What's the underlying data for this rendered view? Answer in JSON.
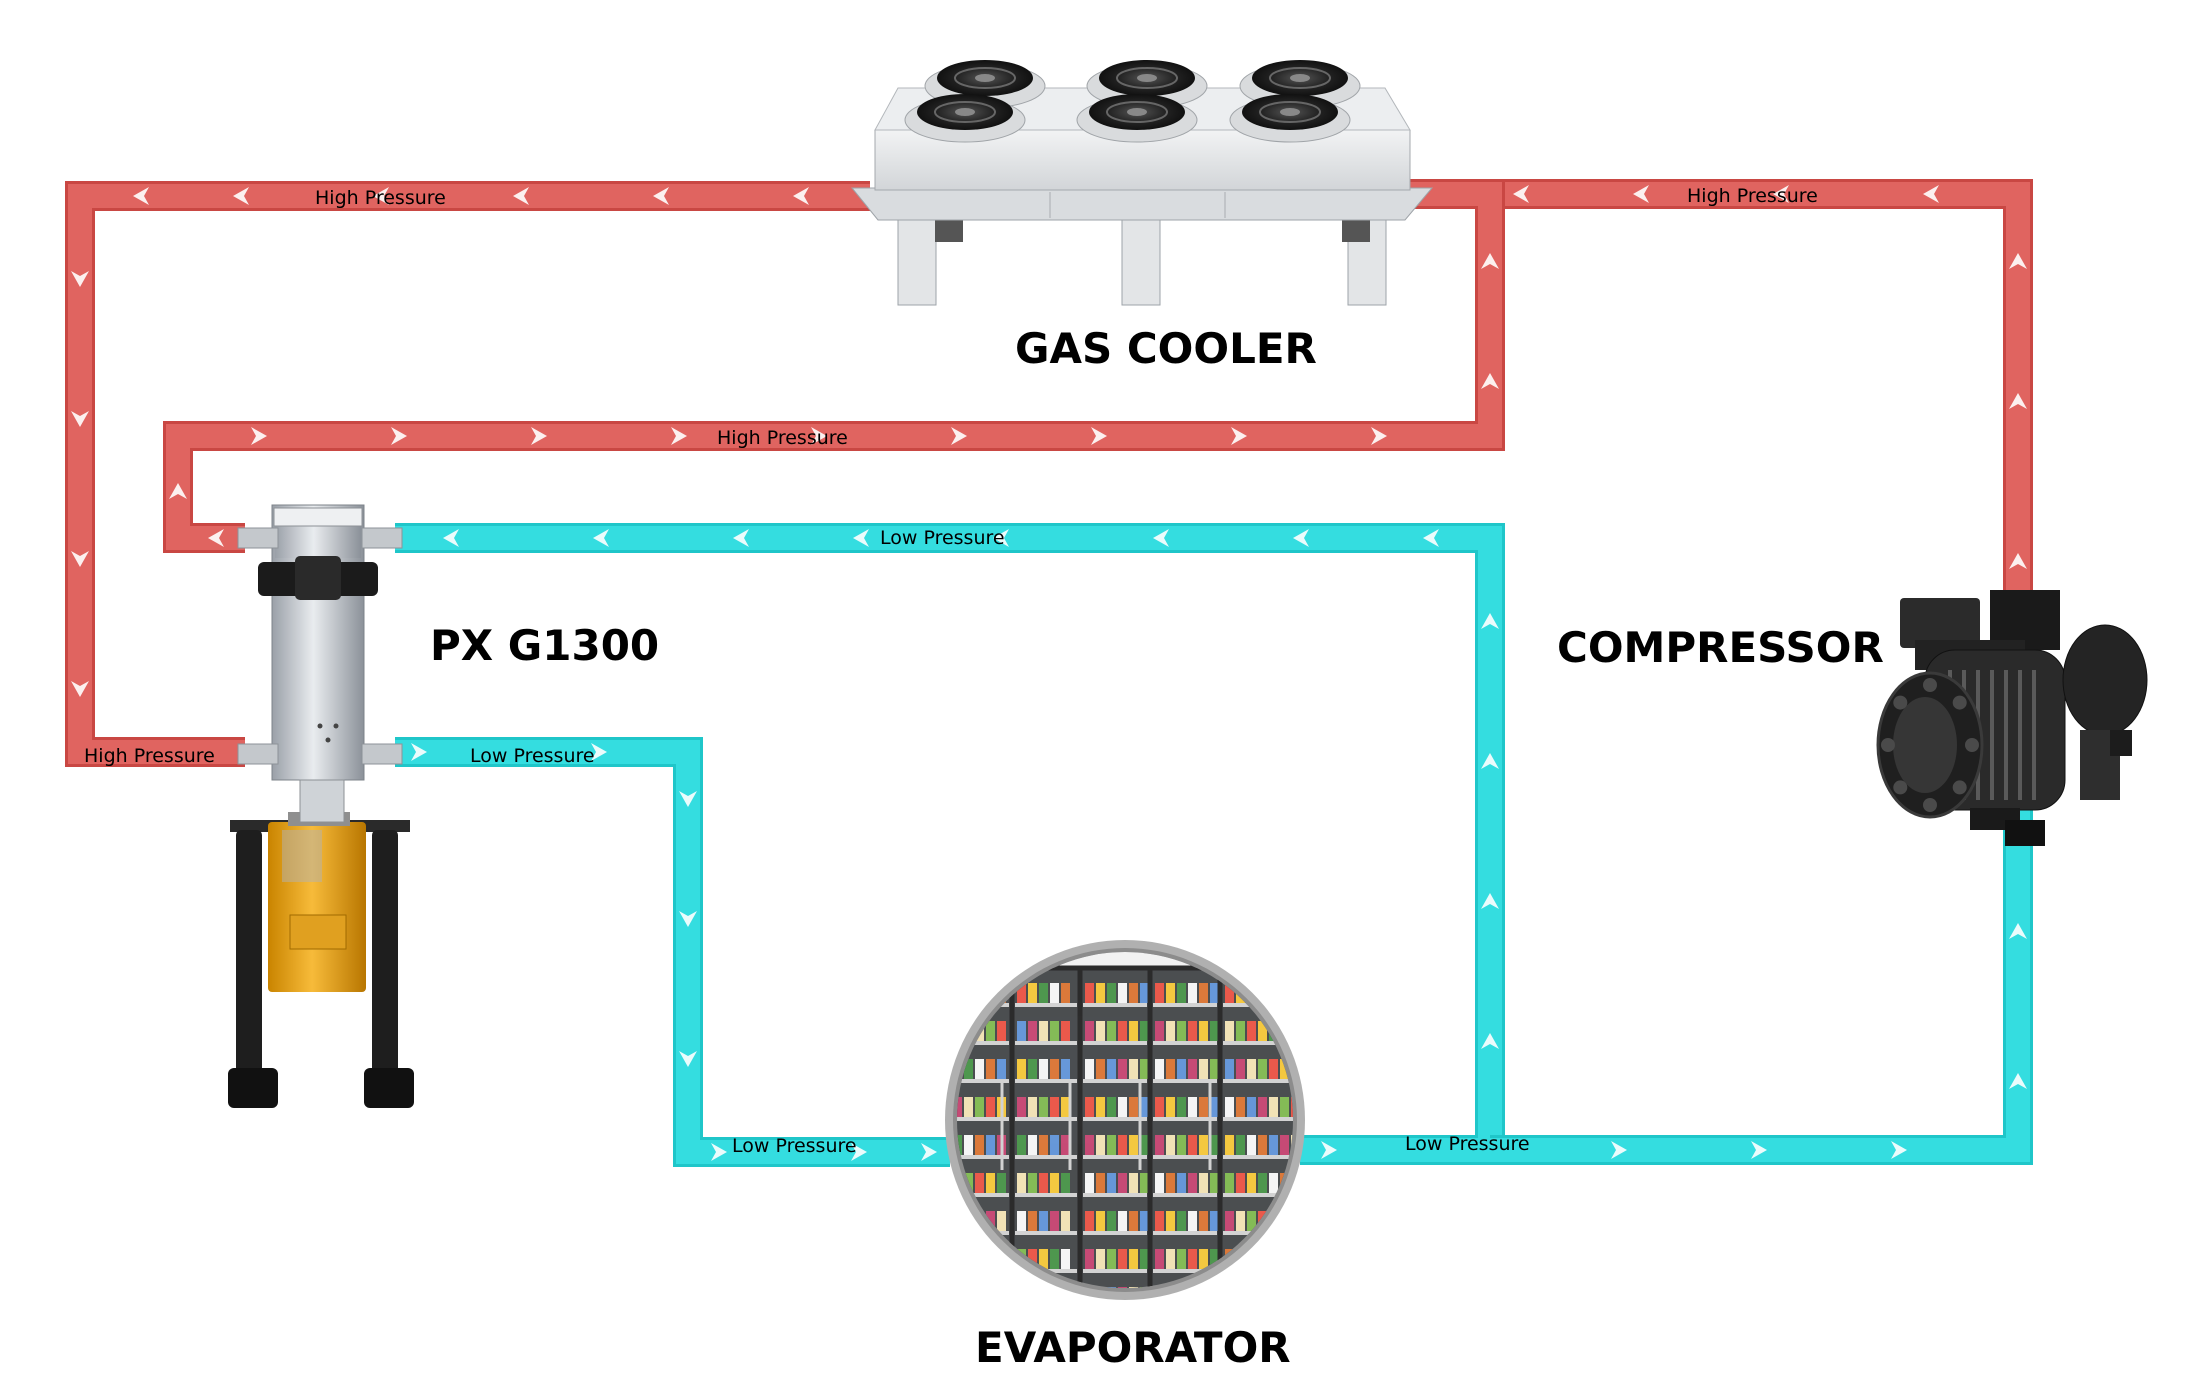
{
  "colors": {
    "high_pressure": "#e06460",
    "high_pressure_edge": "#c94743",
    "low_pressure": "#34dde0",
    "low_pressure_edge": "#1fc6c9",
    "arrow": "#ffffff",
    "label_text": "#1a1a1a",
    "background": "#ffffff"
  },
  "components": {
    "gas_cooler": {
      "label": "GAS COOLER",
      "icon": "gas-cooler-fan-unit-icon"
    },
    "px_unit": {
      "label": "PX G1300",
      "icon": "pressure-exchanger-icon"
    },
    "compressor": {
      "label": "COMPRESSOR",
      "icon": "compressor-icon"
    },
    "evaporator": {
      "label": "EVAPORATOR",
      "icon": "refrigerated-display-case-icon"
    }
  },
  "pipes": {
    "top_left_high": {
      "label": "High Pressure",
      "pressure": "high"
    },
    "top_right_high": {
      "label": "High Pressure",
      "pressure": "high"
    },
    "middle_high": {
      "label": "High Pressure",
      "pressure": "high"
    },
    "px_inlet_high": {
      "label": "High Pressure",
      "pressure": "high"
    },
    "upper_low": {
      "label": "Low Pressure",
      "pressure": "low"
    },
    "px_outlet_low": {
      "label": "Low Pressure",
      "pressure": "low"
    },
    "evaporator_inlet_low": {
      "label": "Low Pressure",
      "pressure": "low"
    },
    "compressor_suction_low": {
      "label": "Low Pressure",
      "pressure": "low"
    }
  }
}
